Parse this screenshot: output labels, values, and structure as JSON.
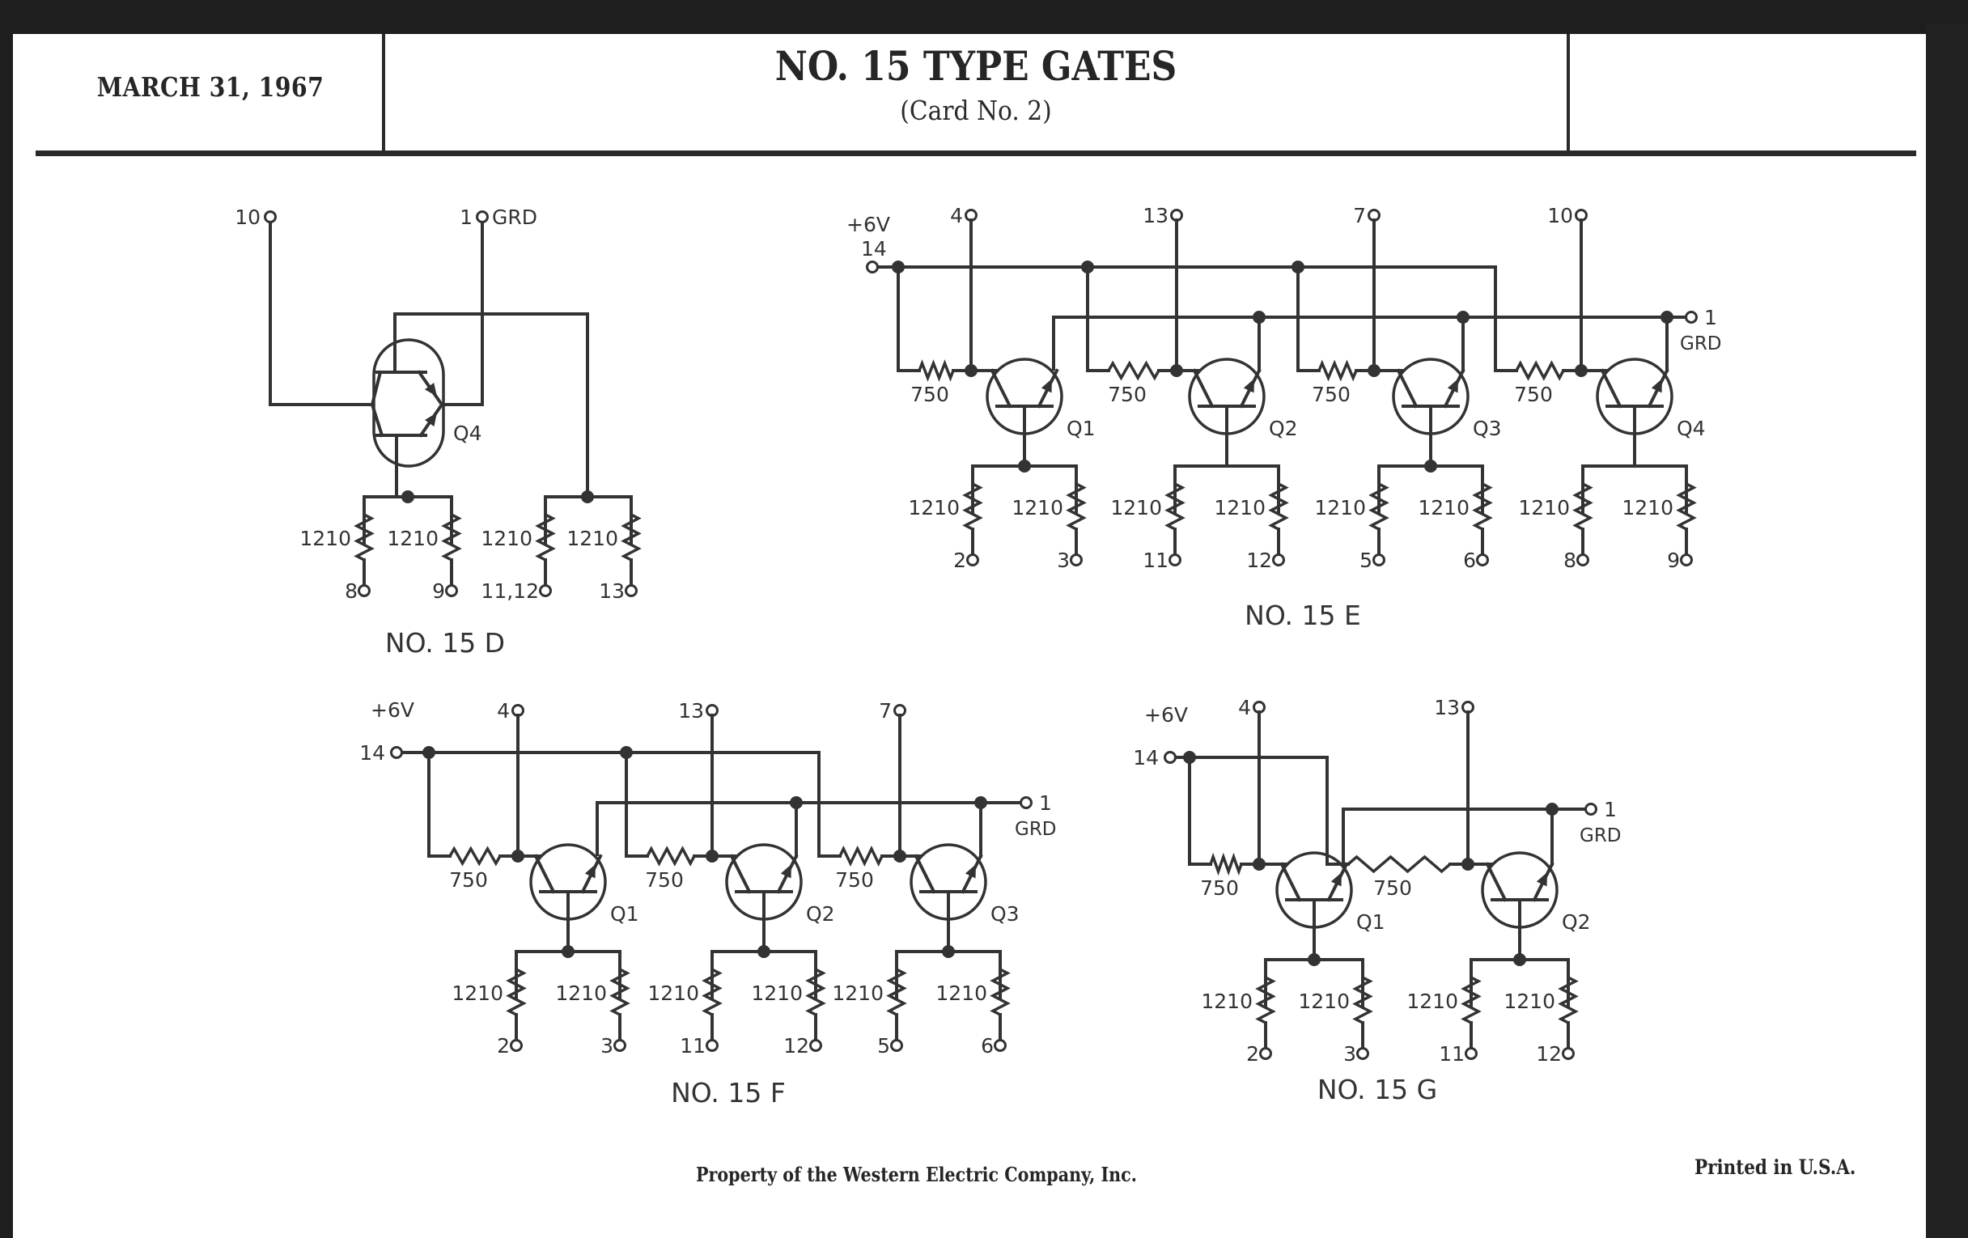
{
  "header": {
    "date": "MARCH 31, 1967",
    "title": "NO. 15 TYPE GATES",
    "subtitle": "(Card No. 2)"
  },
  "footer": {
    "property": "Property of the Western Electric Company, Inc.",
    "printed": "Printed in U.S.A."
  },
  "circuits": [
    {
      "id": "15D",
      "caption": "NO. 15 D",
      "type": "dual-transistor",
      "transistor": "Q4",
      "input_terminal": "10",
      "ground_terminal": "1",
      "ground_label": "GRD",
      "branches": [
        {
          "resistors": [
            {
              "value": "1210",
              "terminal": "8"
            },
            {
              "value": "1210",
              "terminal": "9"
            }
          ]
        },
        {
          "resistors": [
            {
              "value": "1210",
              "terminal": "11,12"
            },
            {
              "value": "1210",
              "terminal": "13"
            }
          ]
        }
      ]
    },
    {
      "id": "15E",
      "caption": "NO. 15 E",
      "type": "gate-array",
      "supply_label": "+6V",
      "supply_terminal": "14",
      "ground_terminal": "1",
      "ground_label": "GRD",
      "stages": [
        {
          "transistor": "Q1",
          "input_terminal": "4",
          "base_resistor": "750",
          "outputs": [
            {
              "value": "1210",
              "terminal": "2"
            },
            {
              "value": "1210",
              "terminal": "3"
            }
          ]
        },
        {
          "transistor": "Q2",
          "input_terminal": "13",
          "base_resistor": "750",
          "outputs": [
            {
              "value": "1210",
              "terminal": "11"
            },
            {
              "value": "1210",
              "terminal": "12"
            }
          ]
        },
        {
          "transistor": "Q3",
          "input_terminal": "7",
          "base_resistor": "750",
          "outputs": [
            {
              "value": "1210",
              "terminal": "5"
            },
            {
              "value": "1210",
              "terminal": "6"
            }
          ]
        },
        {
          "transistor": "Q4",
          "input_terminal": "10",
          "base_resistor": "750",
          "outputs": [
            {
              "value": "1210",
              "terminal": "8"
            },
            {
              "value": "1210",
              "terminal": "9"
            }
          ]
        }
      ]
    },
    {
      "id": "15F",
      "caption": "NO. 15 F",
      "type": "gate-array",
      "supply_label": "+6V",
      "supply_terminal": "14",
      "ground_terminal": "1",
      "ground_label": "GRD",
      "stages": [
        {
          "transistor": "Q1",
          "input_terminal": "4",
          "base_resistor": "750",
          "outputs": [
            {
              "value": "1210",
              "terminal": "2"
            },
            {
              "value": "1210",
              "terminal": "3"
            }
          ]
        },
        {
          "transistor": "Q2",
          "input_terminal": "13",
          "base_resistor": "750",
          "outputs": [
            {
              "value": "1210",
              "terminal": "11"
            },
            {
              "value": "1210",
              "terminal": "12"
            }
          ]
        },
        {
          "transistor": "Q3",
          "input_terminal": "7",
          "base_resistor": "750",
          "outputs": [
            {
              "value": "1210",
              "terminal": "5"
            },
            {
              "value": "1210",
              "terminal": "6"
            }
          ]
        }
      ]
    },
    {
      "id": "15G",
      "caption": "NO. 15 G",
      "type": "gate-array",
      "supply_label": "+6V",
      "supply_terminal": "14",
      "ground_terminal": "1",
      "ground_label": "GRD",
      "stages": [
        {
          "transistor": "Q1",
          "input_terminal": "4",
          "base_resistor": "750",
          "outputs": [
            {
              "value": "1210",
              "terminal": "2"
            },
            {
              "value": "1210",
              "terminal": "3"
            }
          ]
        },
        {
          "transistor": "Q2",
          "input_terminal": "13",
          "base_resistor": "750",
          "outputs": [
            {
              "value": "1210",
              "terminal": "11"
            },
            {
              "value": "1210",
              "terminal": "12"
            }
          ]
        }
      ]
    }
  ]
}
